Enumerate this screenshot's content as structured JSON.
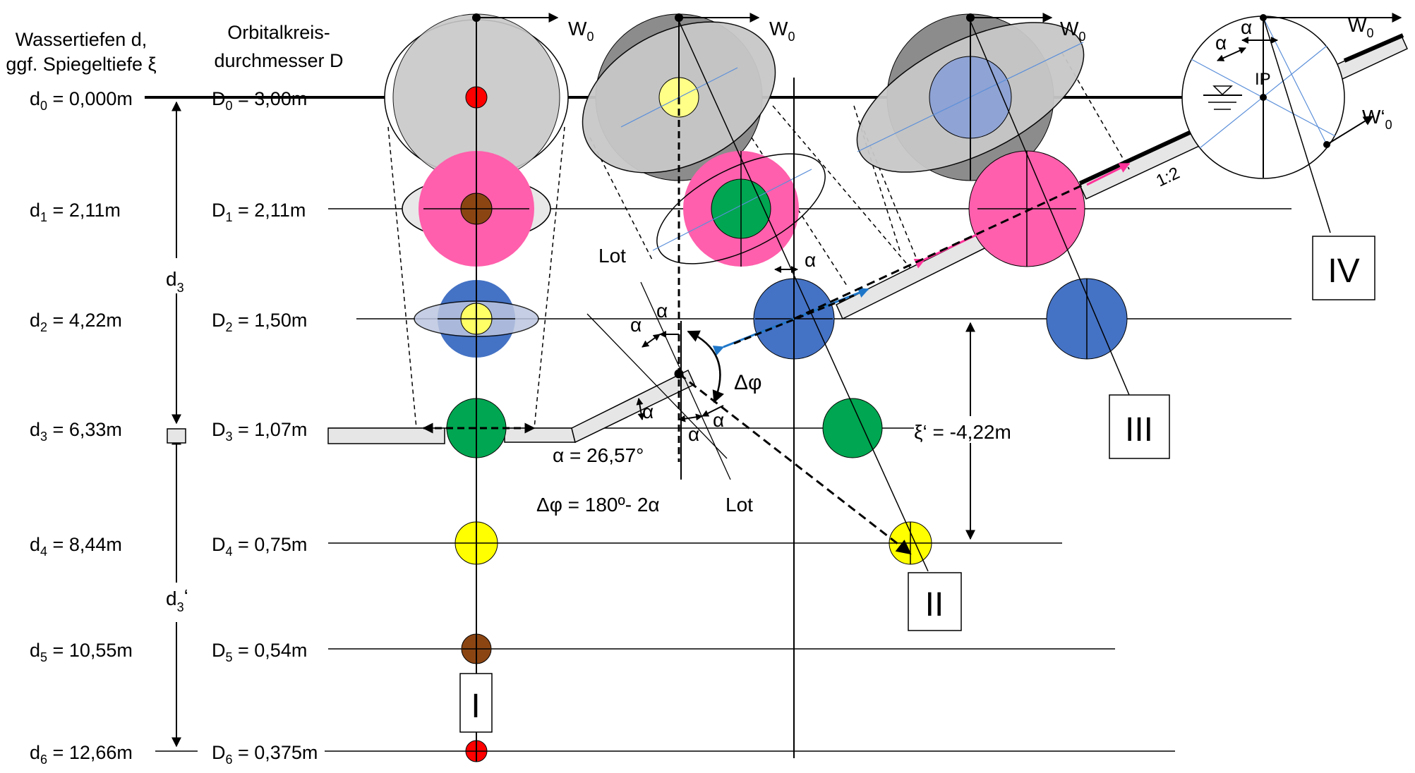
{
  "header": {
    "depth_title_1": "Wassertiefen d,",
    "depth_title_2": "ggf. Spiegeltiefe ξ",
    "diam_title_1": "Orbitalkreis-",
    "diam_title_2": "durchmesser D"
  },
  "levels": [
    {
      "d_sym": "d",
      "d_sub": "0",
      "d_val": " = 0,000m",
      "D_sym": "D",
      "D_sub": "0",
      "D_val": " = 3,00m"
    },
    {
      "d_sym": "d",
      "d_sub": "1",
      "d_val": " = 2,11m",
      "D_sym": "D",
      "D_sub": "1",
      "D_val": " = 2,11m"
    },
    {
      "d_sym": "d",
      "d_sub": "2",
      "d_val": " = 4,22m",
      "D_sym": "D",
      "D_sub": "2",
      "D_val": " = 1,50m"
    },
    {
      "d_sym": "d",
      "d_sub": "3",
      "d_val": " = 6,33m",
      "D_sym": "D",
      "D_sub": "3",
      "D_val": " = 1,07m"
    },
    {
      "d_sym": "d",
      "d_sub": "4",
      "d_val": " = 8,44m",
      "D_sym": "D",
      "D_sub": "4",
      "D_val": " = 0,75m"
    },
    {
      "d_sym": "d",
      "d_sub": "5",
      "d_val": " = 10,55m",
      "D_sym": "D",
      "D_sub": "5",
      "D_val": " = 0,54m"
    },
    {
      "d_sym": "d",
      "d_sub": "6",
      "d_val": " = 12,66m",
      "D_sym": "D",
      "D_sub": "6",
      "D_val": " = 0,375m"
    }
  ],
  "dims": {
    "d3_sym": "d",
    "d3_sub": "3",
    "d3p_sym": "d",
    "d3p_sub": "3",
    "d3p_prime": "‘",
    "xi": "ξ‘ = -4,22m"
  },
  "labels": {
    "w0_sym": "W",
    "w0_sub": "0",
    "w0p_sym": "W‘",
    "w0p_sub": "0",
    "alpha": "α",
    "alpha_value": "α = 26,57°",
    "dphi": "Δφ",
    "dphi_formula": "Δφ = 180º- 2α",
    "lot": "Lot",
    "slope": "1:2",
    "ip": "IP"
  },
  "roman": [
    "I",
    "II",
    "III",
    "IV"
  ],
  "colors": {
    "gray_outer": "#8c8c8c",
    "gray_light": "#c8c8c8",
    "pink": "#ff5fac",
    "green": "#00a651",
    "blue": "#4472c4",
    "blue_light": "#8fa3d4",
    "yellow": "#ffff00",
    "yellow_light": "#ffff88",
    "brown": "#8b4513",
    "red": "#ff0000",
    "structure": "#e6e6e6",
    "thin_blue": "#5b8fd9"
  }
}
